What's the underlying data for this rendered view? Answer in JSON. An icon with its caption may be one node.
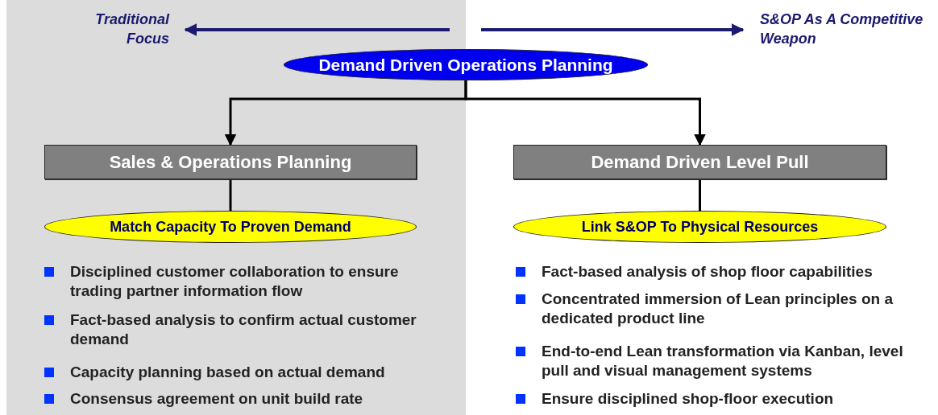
{
  "diagram": {
    "nodes": [
      {
        "text": [
          "Demand Driven Operations Planning"
        ]
      },
      {
        "text": [
          "Sales & Operations Planning"
        ]
      },
      {
        "text": [
          "Demand Driven Level Pull"
        ]
      },
      {
        "text": [
          "Match Capacity To Proven Demand"
        ]
      },
      {
        "text": [
          "Link S&OP To Physical Resources"
        ]
      }
    ],
    "edges": [
      {
        "from": 0,
        "to": 1,
        "arrow": "to"
      },
      {
        "from": 0,
        "to": 2,
        "arrow": "to"
      },
      {
        "from": 1,
        "to": 3,
        "arrow": "none"
      },
      {
        "from": 2,
        "to": 4,
        "arrow": "none"
      }
    ],
    "labels": [
      "Traditional Focus",
      "S&OP As A Competitive Weapon",
      "Disciplined customer collaboration to ensure trading partner information flow",
      "Fact-based analysis to confirm actual customer demand",
      "Capacity planning based on actual demand",
      "Consensus agreement on unit build rate",
      "Fact-based analysis of shop floor capabilities",
      "Concentrated immersion of Lean principles on a dedicated product line",
      "End-to-end Lean transformation via Kanban, level pull and visual management systems",
      "Ensure disciplined shop-floor execution"
    ]
  }
}
